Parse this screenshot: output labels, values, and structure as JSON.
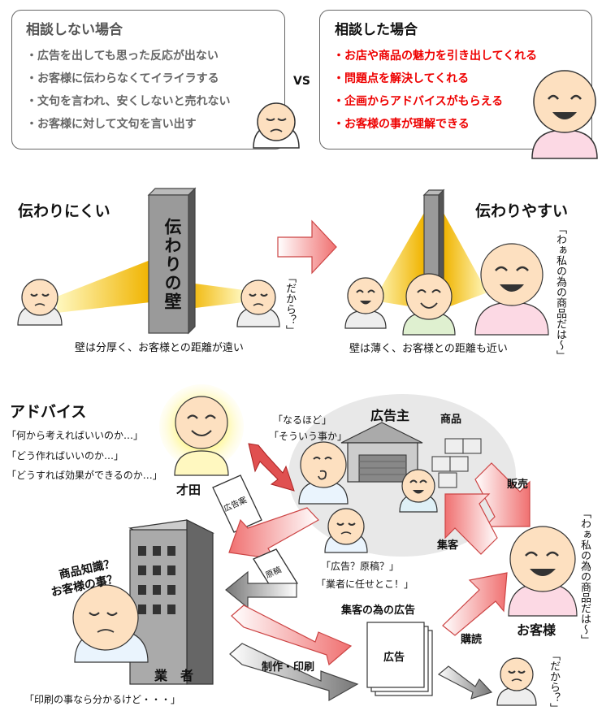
{
  "left_box": {
    "title": "相談しない場合",
    "items": [
      "・広告を出しても思った反応が出ない",
      "・お客様に伝わらなくてイライラする",
      "・文句を言われ、安くしないと売れない",
      "・お客様に対して文句を言い出す"
    ]
  },
  "vs_label": "VS",
  "right_box": {
    "title": "相談した場合",
    "items": [
      "・お店や商品の魅力を引き出してくれる",
      "・問題点を解決してくれる",
      "・企画からアドバイスがもらえる",
      "・お客様の事が理解できる"
    ]
  },
  "mid": {
    "hard_title": "伝わりにくい",
    "wall_label": "伝わりの壁",
    "dakara": "「だから？」",
    "hard_caption": "壁は分厚く、お客様との距離が遠い",
    "easy_title": "伝わりやすい",
    "easy_quote": "「わぁ私の為の商品だは〜」",
    "easy_caption": "壁は薄く、お客様との距離も近い"
  },
  "bottom": {
    "advice_title": "アドバイス",
    "advice_quotes": [
      "「何から考えればいいのか…」",
      "「どう作ればいいのか…」",
      "「どうすれば効果ができるのか…」"
    ],
    "saita": "才田",
    "koukokuan": "広告案",
    "naruhodo": "「なるほど」",
    "souiu": "「そういう事か」",
    "advertiser": "広告主",
    "product": "商品",
    "sales": "販売",
    "shukyaku": "集客",
    "genkou": "原稿",
    "ask_q": "「広告？原稿？」",
    "ask_q2": "「業者に任せとこ！」",
    "customer": "お客様",
    "customer_quote": "「わぁ私の為の商品だは〜」",
    "ad_for_customers": "集客の為の広告",
    "ad": "広告",
    "koudoku": "購読",
    "seisaku": "制作・印刷",
    "gyousha": "業　者",
    "gyousha_q1": "商品知識？",
    "gyousha_q2": "お客様の事？",
    "gyousha_quote": "「印刷の事なら分かるけど・・・」",
    "dakara2": "「だから？」"
  }
}
